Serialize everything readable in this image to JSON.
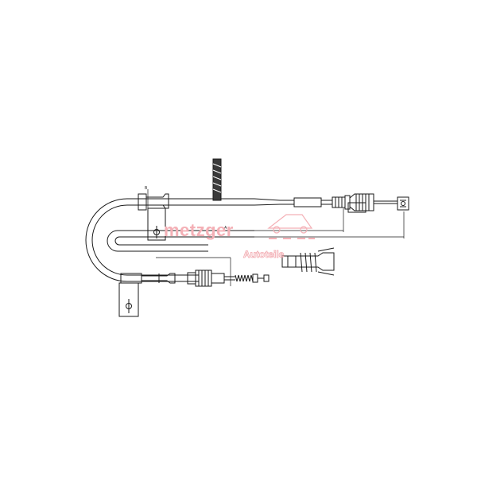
{
  "watermark": {
    "brand": "metzger",
    "subtitle": "Autoteile",
    "color": "#f4b0b6"
  },
  "dimension_labels": {
    "length_marker": "A",
    "height_marker": "B"
  },
  "colors": {
    "line": "#1a1a1a",
    "watermark": "#f4b0b6"
  }
}
